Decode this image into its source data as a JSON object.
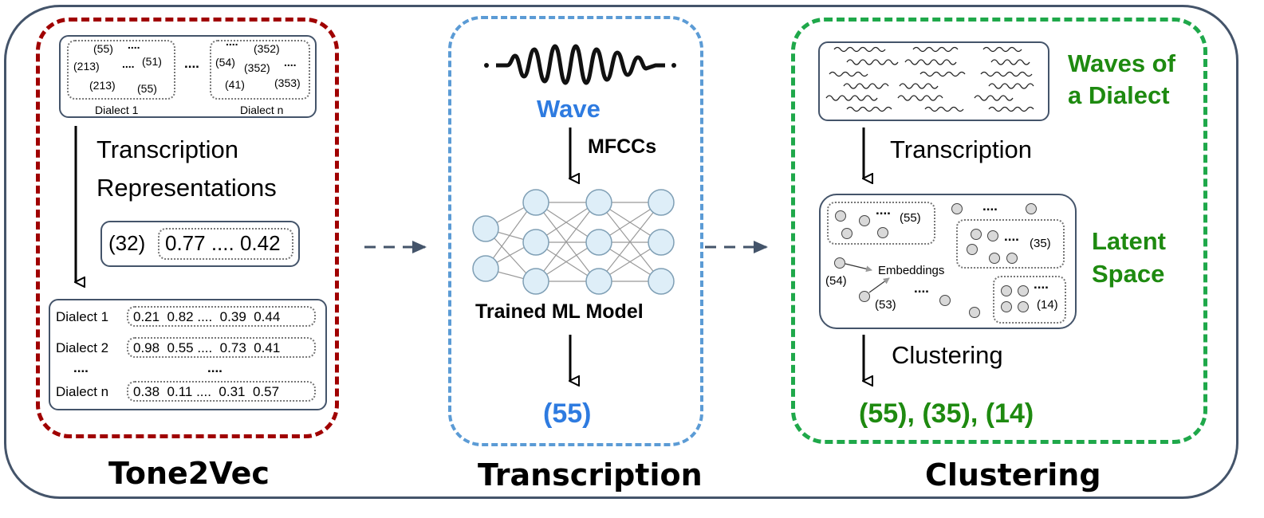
{
  "tone2vec": {
    "caption": "Tone2Vec",
    "dialect1_label": "Dialect 1",
    "dialectn_label": "Dialect n",
    "d1_tones": [
      "(55)",
      "....",
      "(213)",
      "(51)",
      "(213)",
      "(55)"
    ],
    "dn_tones": [
      "....",
      "(352)",
      "(54)",
      "(352)",
      "....",
      "(41)",
      "(353)"
    ],
    "between_dots": "....",
    "step_label_1": "Transcription",
    "step_label_2": "Representations",
    "example_tone": "(32)",
    "example_vec": "0.77 .... 0.42",
    "table": [
      {
        "name": "Dialect 1",
        "values": "0.21  0.82 ....  0.39  0.44"
      },
      {
        "name": "Dialect 2",
        "values": "0.98  0.55 ....  0.73  0.41"
      },
      {
        "name": "....",
        "values": "...."
      },
      {
        "name": "Dialect n",
        "values": "0.38  0.11 ....  0.31  0.57"
      }
    ]
  },
  "transcription": {
    "caption": "Transcription",
    "wave_label": "Wave",
    "mfcc_label": "MFCCs",
    "model_label": "Trained ML Model",
    "output": "(55)"
  },
  "clustering": {
    "caption": "Clustering",
    "waves_label_1": "Waves of",
    "waves_label_2": "a Dialect",
    "step1": "Transcription",
    "latent_1": "Latent",
    "latent_2": "Space",
    "embeddings": "Embeddings",
    "clusters": [
      "(55)",
      "(35)",
      "(14)",
      "(54)",
      "(53)"
    ],
    "dots": "....",
    "step2": "Clustering",
    "output": "(55), (35), (14)"
  },
  "colors": {
    "red": "#a00000",
    "blue": "#5b9bd5",
    "green": "#1fa84a",
    "blue_text": "#2e7be0",
    "green_text": "#1e8a10",
    "frame": "#44546a"
  }
}
